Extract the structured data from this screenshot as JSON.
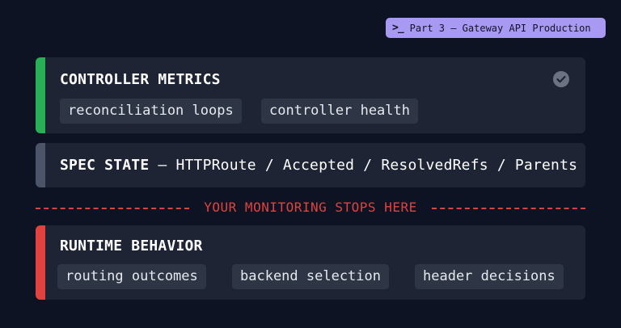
{
  "badge": {
    "prompt_symbol": ">_",
    "text": "Part 3 — Gateway API Production"
  },
  "cards": {
    "metrics": {
      "title": "CONTROLLER METRICS",
      "chips": [
        "reconciliation loops",
        "controller health"
      ],
      "status_icon": "check-circle-icon"
    },
    "spec": {
      "title_bold": "SPEC STATE",
      "title_rest": " — HTTPRoute / Accepted / ResolvedRefs / Parents"
    },
    "runtime": {
      "title": "RUNTIME BEHAVIOR",
      "chips": [
        "routing outcomes",
        "backend selection",
        "header decisions"
      ]
    }
  },
  "divider": {
    "text": "YOUR MONITORING STOPS HERE"
  },
  "colors": {
    "background": "#0d1322",
    "card": "#1e2433",
    "green_accent": "#27b055",
    "gray_accent": "#4b5468",
    "red_accent": "#e0433f",
    "badge": "#a89af2"
  }
}
